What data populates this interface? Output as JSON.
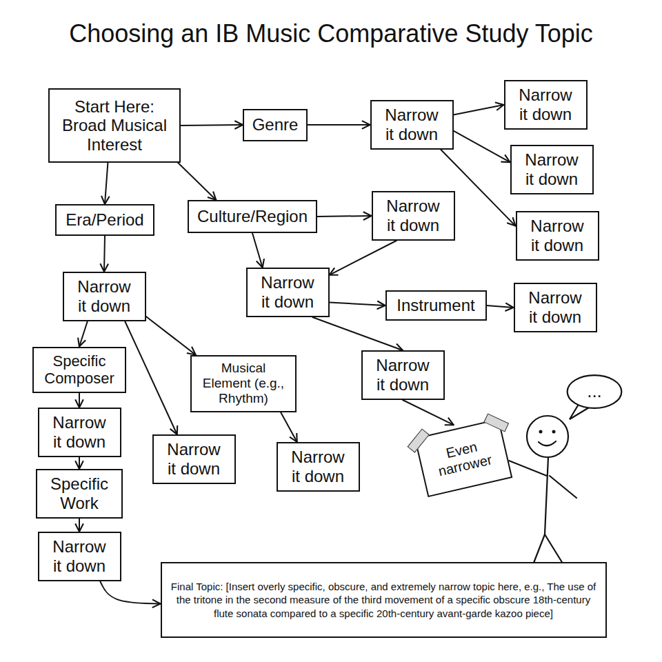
{
  "diagram": {
    "title": "Choosing an IB Music Comparative Study Topic",
    "nodes": [
      {
        "text": [
          "Start Here: Broad Musical Interest"
        ]
      },
      {
        "text": [
          "Genre"
        ]
      },
      {
        "text": [
          "Narrow it down"
        ]
      },
      {
        "text": [
          "Narrow it down"
        ]
      },
      {
        "text": [
          "Narrow it down"
        ]
      },
      {
        "text": [
          "Era/Period"
        ]
      },
      {
        "text": [
          "Culture/Region"
        ]
      },
      {
        "text": [
          "Narrow it down"
        ]
      },
      {
        "text": [
          "Narrow it down"
        ]
      },
      {
        "text": [
          "Narrow it down"
        ]
      },
      {
        "text": [
          "Narrow it down"
        ]
      },
      {
        "text": [
          "Instrument"
        ]
      },
      {
        "text": [
          "Narrow it down"
        ]
      },
      {
        "text": [
          "Specific Composer"
        ]
      },
      {
        "text": [
          "Musical Element (e.g., Rhythm)"
        ]
      },
      {
        "text": [
          "Narrow it down"
        ]
      },
      {
        "text": [
          "Narrow it down"
        ]
      },
      {
        "text": [
          "Narrow it down"
        ]
      },
      {
        "text": [
          "Narrow it down"
        ]
      },
      {
        "text": [
          "Specific Work"
        ]
      },
      {
        "text": [
          "Even narrower"
        ]
      },
      {
        "text": [
          "Narrow it down"
        ]
      },
      {
        "text": [
          "Final Topic: [Insert overly specific, obscure, and extremely narrow topic here, e.g., The use of the tritone in the second measure of the third movement of a specific obscure 18th-century flute sonata compared to a specific 20th-century avant-garde kazoo piece]"
        ]
      },
      {
        "text": [
          "..."
        ]
      }
    ],
    "edges": [
      {
        "from": 0,
        "to": 1,
        "arrow": "to"
      },
      {
        "from": 1,
        "to": 2,
        "arrow": "to"
      },
      {
        "from": 2,
        "to": 3,
        "arrow": "to"
      },
      {
        "from": 2,
        "to": 4,
        "arrow": "to"
      },
      {
        "from": 2,
        "to": 8,
        "arrow": "to"
      },
      {
        "from": 0,
        "to": 5,
        "arrow": "to"
      },
      {
        "from": 0,
        "to": 6,
        "arrow": "to"
      },
      {
        "from": 6,
        "to": 7,
        "arrow": "to"
      },
      {
        "from": 6,
        "to": 10,
        "arrow": "to"
      },
      {
        "from": 7,
        "to": 10,
        "arrow": "to"
      },
      {
        "from": 10,
        "to": 11,
        "arrow": "to"
      },
      {
        "from": 11,
        "to": 12,
        "arrow": "to"
      },
      {
        "from": 10,
        "to": 15,
        "arrow": "to"
      },
      {
        "from": 5,
        "to": 9,
        "arrow": "to"
      },
      {
        "from": 9,
        "to": 13,
        "arrow": "to"
      },
      {
        "from": 9,
        "to": 17,
        "arrow": "to"
      },
      {
        "from": 9,
        "to": 14,
        "arrow": "to"
      },
      {
        "from": 13,
        "to": 16,
        "arrow": "to"
      },
      {
        "from": 16,
        "to": 19,
        "arrow": "to"
      },
      {
        "from": 19,
        "to": 21,
        "arrow": "to"
      },
      {
        "from": 14,
        "to": 18,
        "arrow": "to"
      },
      {
        "from": 15,
        "to": 20,
        "arrow": "to"
      },
      {
        "from": 21,
        "to": 22,
        "arrow": "to"
      }
    ]
  }
}
